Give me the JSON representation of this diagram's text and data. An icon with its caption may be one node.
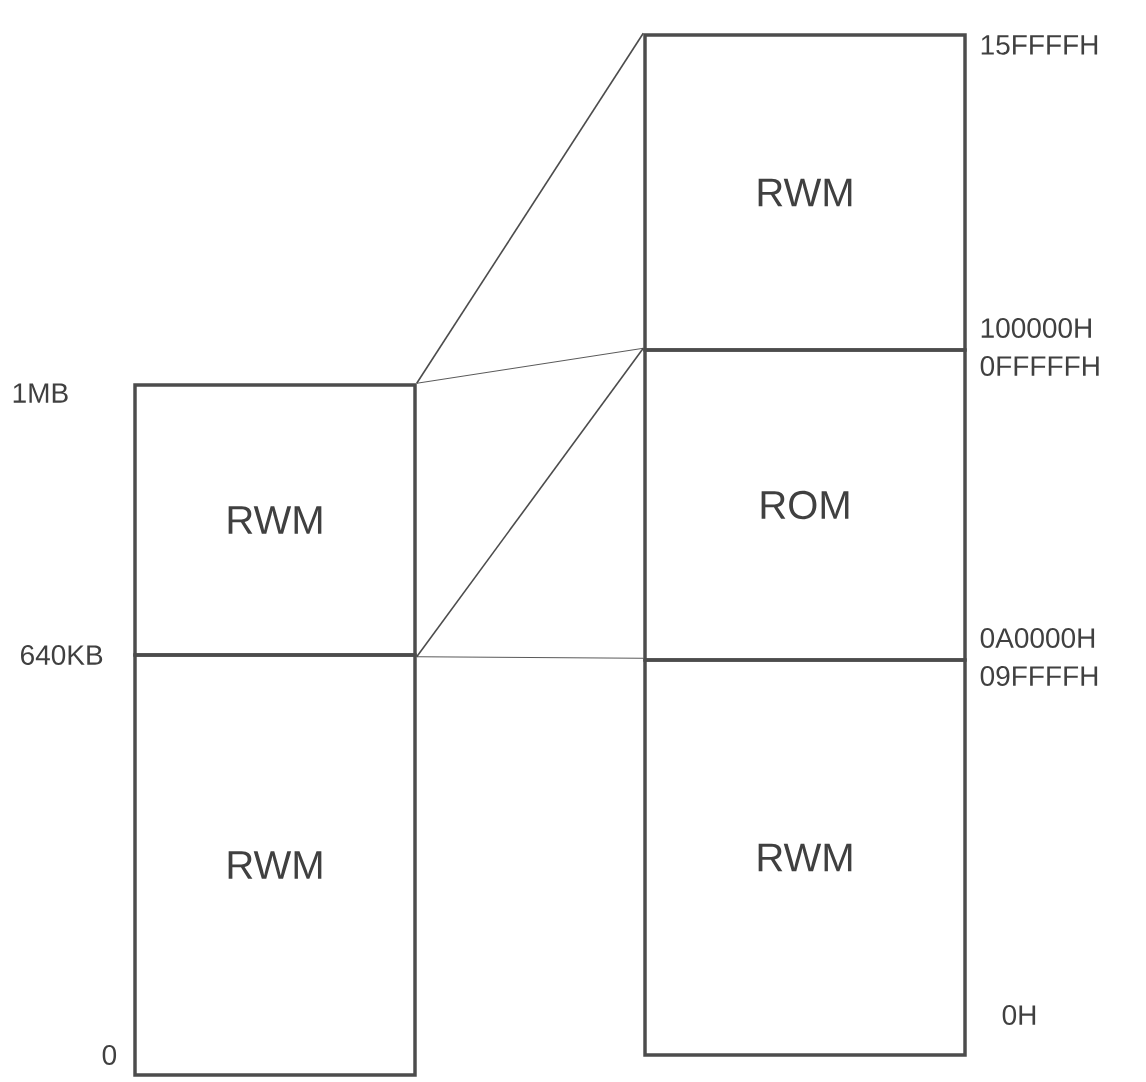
{
  "diagram": {
    "nodes": [
      {
        "text": [
          "RWM"
        ]
      },
      {
        "text": [
          "RWM"
        ]
      },
      {
        "text": [
          "RWM"
        ]
      },
      {
        "text": [
          "ROM"
        ]
      },
      {
        "text": [
          "RWM"
        ]
      }
    ],
    "edges": [
      {
        "from": 0,
        "to": 2,
        "arrow": "none"
      },
      {
        "from": 0,
        "to": 3,
        "arrow": "none"
      },
      {
        "from": 0,
        "to": 3,
        "arrow": "none"
      },
      {
        "from": 0,
        "to": 4,
        "arrow": "none"
      }
    ],
    "labels": [
      "1MB",
      "640KB",
      "0",
      "15FFFFH",
      "100000H",
      "0FFFFFH",
      "0A0000H",
      "09FFFFH",
      "0H"
    ]
  }
}
